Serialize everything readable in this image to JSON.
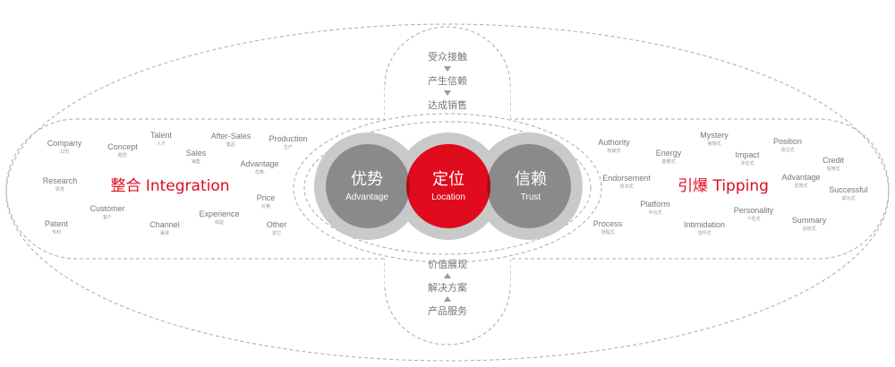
{
  "vertical_axis": {
    "top": [
      "受众接触",
      "产生信赖",
      "达成销售"
    ],
    "bottom": [
      "价值展现",
      "解决方案",
      "产品服务"
    ]
  },
  "circles": [
    {
      "key": "advantage",
      "cn": "优势",
      "en": "Advantage",
      "fill": "#8a8a8a",
      "ring": "#c9c9c9"
    },
    {
      "key": "location",
      "cn": "定位",
      "en": "Location",
      "fill": "#e00b1c",
      "ring": "#c9c9c9"
    },
    {
      "key": "trust",
      "cn": "信赖",
      "en": "Trust",
      "fill": "#8a8a8a",
      "ring": "#c9c9c9"
    }
  ],
  "overlap_color": "#a80d17",
  "accent_color": "#e00b1c",
  "left_panel": {
    "title": "整合 Integration",
    "words": [
      {
        "en": "Company",
        "cn": "公司"
      },
      {
        "en": "Concept",
        "cn": "概念"
      },
      {
        "en": "Talent",
        "cn": "人才"
      },
      {
        "en": "Sales",
        "cn": "销售"
      },
      {
        "en": "After-Sales",
        "cn": "售后"
      },
      {
        "en": "Production",
        "cn": "生产"
      },
      {
        "en": "Advantage",
        "cn": "优势"
      },
      {
        "en": "Research",
        "cn": "研发"
      },
      {
        "en": "Customer",
        "cn": "客户"
      },
      {
        "en": "Patent",
        "cn": "专利"
      },
      {
        "en": "Channel",
        "cn": "渠道"
      },
      {
        "en": "Experience",
        "cn": "体验"
      },
      {
        "en": "Price",
        "cn": "价格"
      },
      {
        "en": "Other",
        "cn": "其它"
      }
    ]
  },
  "right_panel": {
    "title": "引爆 Tipping",
    "words": [
      {
        "en": "Authority",
        "cn": "权威式"
      },
      {
        "en": "Energy",
        "cn": "能量式"
      },
      {
        "en": "Mystery",
        "cn": "悬疑式"
      },
      {
        "en": "Position",
        "cn": "造位式"
      },
      {
        "en": "Impact",
        "cn": "冲击式"
      },
      {
        "en": "Credit",
        "cn": "信用式"
      },
      {
        "en": "Endorsement",
        "cn": "背书式"
      },
      {
        "en": "Advantage",
        "cn": "优势式"
      },
      {
        "en": "Successful",
        "cn": "成功式"
      },
      {
        "en": "Platform",
        "cn": "平台式"
      },
      {
        "en": "Personality",
        "cn": "个性式"
      },
      {
        "en": "Process",
        "cn": "流程式"
      },
      {
        "en": "Intimidation",
        "cn": "恐吓式"
      },
      {
        "en": "Summary",
        "cn": "总结式"
      }
    ]
  }
}
